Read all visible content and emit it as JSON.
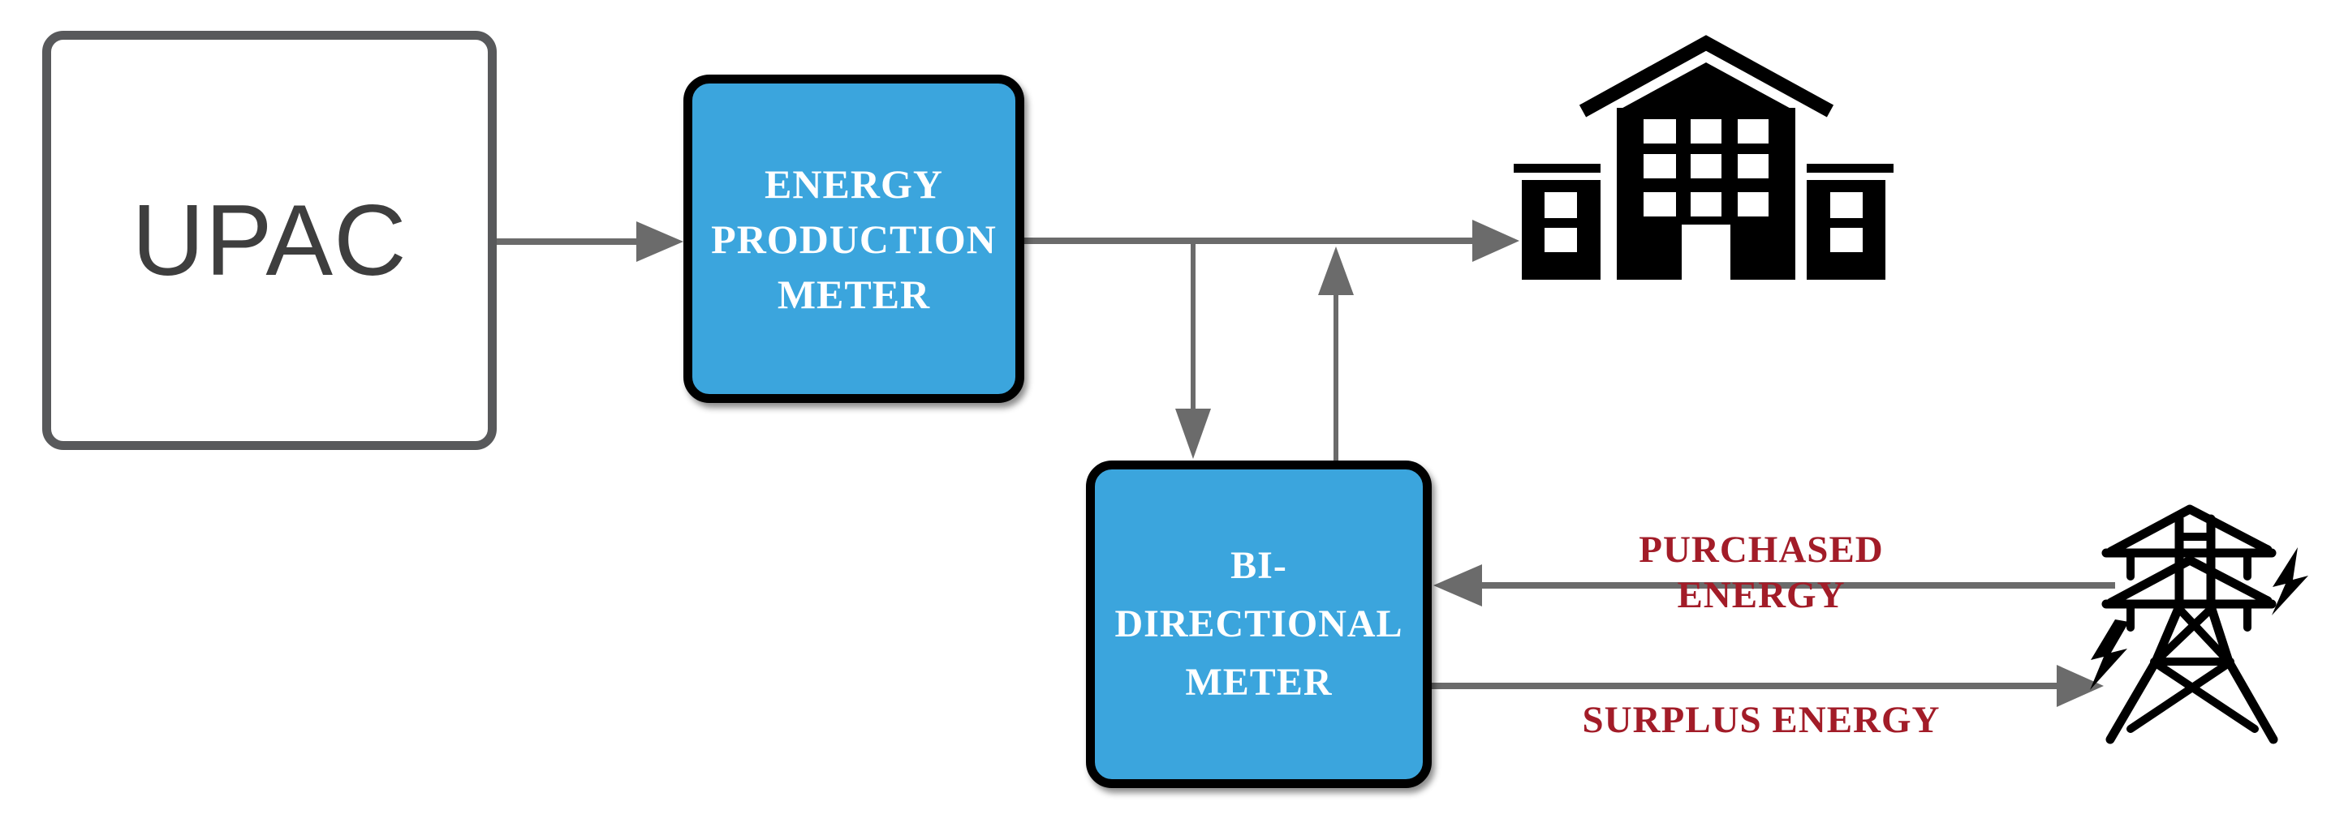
{
  "colors": {
    "accent_blue": "#3BA5DD",
    "box_border_black": "#000000",
    "meter_text_white": "#FFFFFF",
    "upac_border_gray": "#58595B",
    "upac_text": "#3E3E3E",
    "arrow_gray": "#6B6B6B",
    "label_red": "#A21C28",
    "icon_black": "#000000",
    "background": "#FFFFFF"
  },
  "nodes": {
    "upac": {
      "label": "UPAC"
    },
    "production_meter": {
      "line1": "ENERGY",
      "line2": "PRODUCTION",
      "line3": "METER"
    },
    "bidirectional_meter": {
      "line1": "BI-DIRECTIONAL",
      "line2": "METER"
    }
  },
  "flow_labels": {
    "purchased": "PURCHASED ENERGY",
    "surplus": "SURPLUS ENERGY"
  },
  "icons": {
    "building": "building-icon",
    "grid": "transmission-tower-icon",
    "bolts": "lightning-bolt-icon"
  }
}
